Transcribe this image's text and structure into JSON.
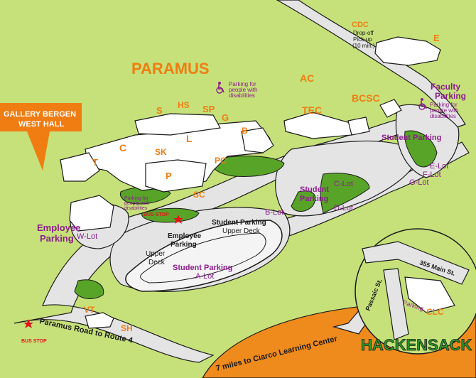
{
  "labels": {
    "paramus": "PARAMUS",
    "hackensack": "HACKENSACK",
    "gallery_line1": "GALLERY BERGEN",
    "gallery_line2": "WEST HALL",
    "cdc": "CDC",
    "cdc_note1": "Drop-off",
    "cdc_note2": "Pick-up",
    "cdc_note3": "(10 min.)",
    "e": "E",
    "ac": "AC",
    "tec": "TEC",
    "bcsc": "BCSC",
    "s": "S",
    "hs": "HS",
    "sp": "SP",
    "g": "G",
    "b": "B",
    "c": "C",
    "l": "L",
    "sk": "SK",
    "t": "T",
    "p": "P",
    "pc": "PC",
    "sc": "SC",
    "vt": "VT",
    "sh": "SH",
    "clc": "CLC",
    "faculty_parking_1": "Faculty",
    "faculty_parking_2": "Parking",
    "disabled_1": "Parking for",
    "disabled_2": "people with",
    "disabled_3": "disabilities",
    "student_parking": "Student Parking",
    "student_parking_upper": "Student Parking",
    "upper_deck": "Upper Deck",
    "student_parking_left1": "Student",
    "student_parking_left2": "Parking",
    "employee_parking_1": "Employee",
    "employee_parking_2": "Parking",
    "employee_parking_deck1": "Employee",
    "employee_parking_deck2": "Parking",
    "upper": "Upper",
    "deck": "Deck",
    "student_parking_alot": "Student Parking",
    "a_lot": "A-Lot",
    "b_lot": "B-Lot",
    "c_lot": "C-Lot",
    "d_lot": "D-Lot",
    "e_lot": "E-Lot",
    "f_lot": "F-Lot",
    "g_lot": "G-Lot",
    "w_lot": "W-Lot",
    "bus_stop": "BUS STOP",
    "bus_stop2": "BUS STOP",
    "main_st": "355 Main St.",
    "passaic": "Passaic St.",
    "parking": "Parking",
    "paramus_road": "Paramus Road to Route 4",
    "miles": "7 miles to Ciarco Learning Center"
  },
  "colors": {
    "background": "#c6e17a",
    "grass": "#58a428",
    "road": "#e4e4e4",
    "orange_accent": "#f07d12",
    "purple": "#8c1e8c",
    "inset_road": "#ef8a1c"
  },
  "icons": [
    "wheelchair-icon",
    "star-icon"
  ]
}
